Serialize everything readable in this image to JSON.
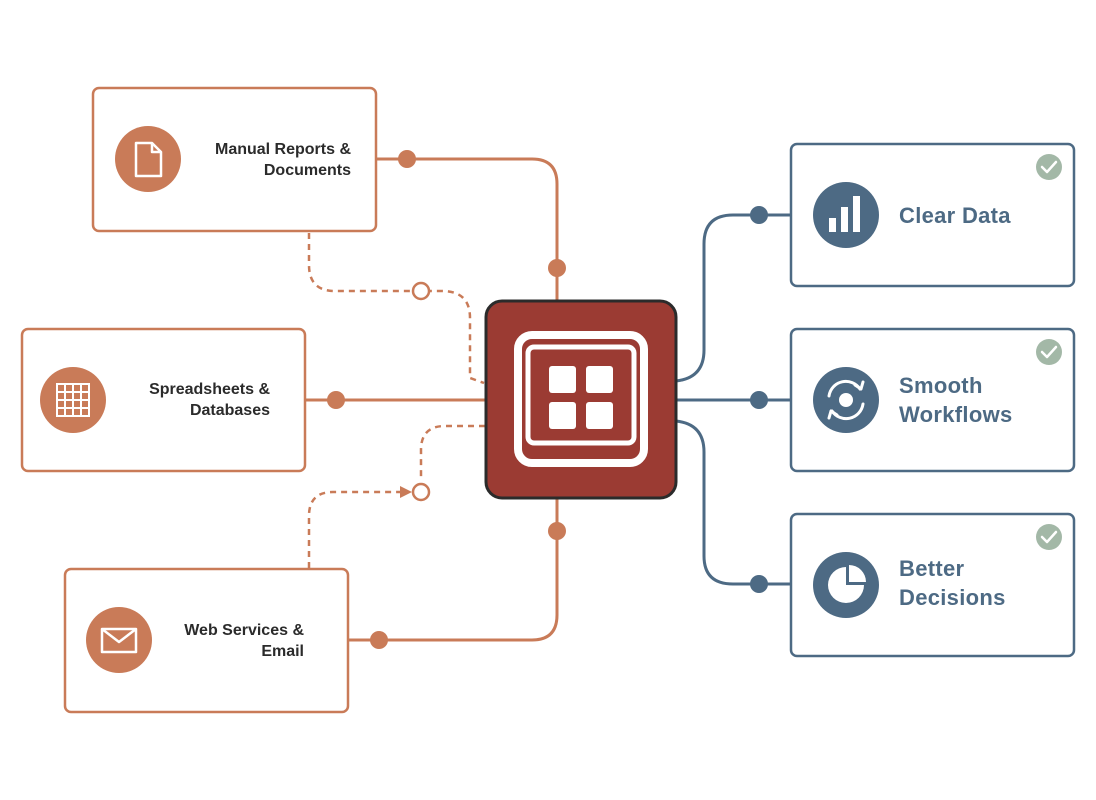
{
  "colors": {
    "input": "#c97b58",
    "output": "#4d6a84",
    "hub": "#9b3b33",
    "hub_border": "#2b2b2b",
    "check": "#a3b8a7",
    "text_dark": "#2b2b2b"
  },
  "inputs": [
    {
      "icon": "document-icon",
      "label_1": "Manual Reports &",
      "label_2": "Documents"
    },
    {
      "icon": "spreadsheet-grid-icon",
      "label_1": "Spreadsheets &",
      "label_2": "Databases"
    },
    {
      "icon": "envelope-icon",
      "label_1": "Web Services &",
      "label_2": "Email"
    }
  ],
  "hub": {
    "icon": "database-grid-icon"
  },
  "outputs": [
    {
      "icon": "bar-chart-icon",
      "label_1": "Clear Data",
      "label_2": "",
      "status_icon": "checkmark-icon"
    },
    {
      "icon": "sync-cycle-icon",
      "label_1": "Smooth",
      "label_2": "Workflows",
      "status_icon": "checkmark-icon"
    },
    {
      "icon": "pie-chart-icon",
      "label_1": "Better",
      "label_2": "Decisions",
      "status_icon": "checkmark-icon"
    }
  ]
}
